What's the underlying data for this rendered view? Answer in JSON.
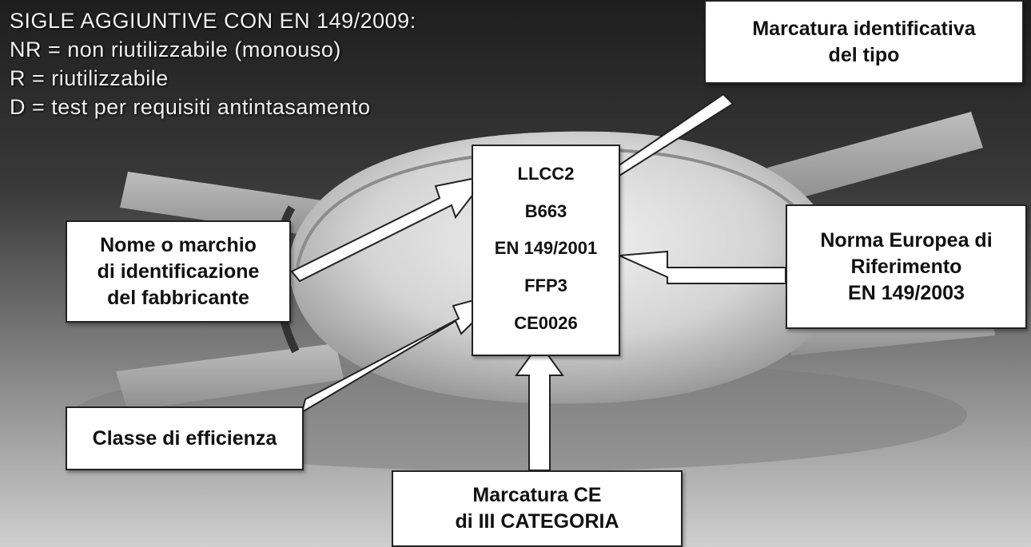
{
  "legend": {
    "title": "SIGLE AGGIUNTIVE CON EN 149/2009:",
    "items": [
      "NR = non riutilizzabile (monouso)",
      "R = riutilizzabile",
      "D = test per requisiti antintasamento"
    ]
  },
  "label_panel": {
    "lines": [
      "LLCC2",
      "B663",
      "EN 149/2001",
      "FFP3",
      "CE0026"
    ]
  },
  "callouts": {
    "brand": {
      "lines": [
        "Nome o marchio",
        "di identificazione",
        "del fabbricante"
      ]
    },
    "type_marking": {
      "lines": [
        "Marcatura identificativa",
        "del tipo"
      ]
    },
    "norm": {
      "lines": [
        "Norma Europea di",
        "Riferimento",
        "EN 149/2003"
      ]
    },
    "efficiency_class": {
      "lines": [
        "Classe di efficienza"
      ]
    },
    "ce_marking": {
      "lines": [
        "Marcatura CE",
        "di III CATEGORIA"
      ]
    }
  },
  "colors": {
    "background_dark": "#2a2a2a",
    "background_light": "#c9c9c9",
    "mask_body": "#d6d6d6",
    "arrow_fill": "#ffffff",
    "legend_text": "#f2f2f2",
    "box_text": "#111111"
  }
}
